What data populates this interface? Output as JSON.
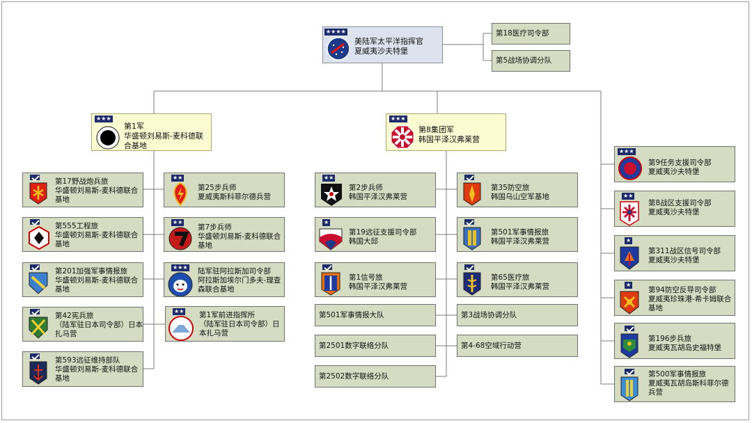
{
  "nodes": {
    "usarpac": {
      "name": "美陆军太平洋指挥官",
      "location": "夏威夷沙夫特堡"
    },
    "med18": {
      "name": "第18医疗司令部"
    },
    "bcd5": {
      "name": "第5战场协调分队"
    },
    "i_corps": {
      "name": "第1军",
      "location": "华盛顿刘易斯-麦科德联合基地"
    },
    "army8": {
      "name": "第8集团军",
      "location": "韩国平泽汉弗莱营"
    },
    "tsc9": {
      "name": "第9任务支援司令部",
      "location": "夏威夷沙夫特堡"
    },
    "tsc8": {
      "name": "第8战区支援司令部",
      "location": "夏威夷沙夫特堡"
    },
    "sig311": {
      "name": "第311战区信号司令部",
      "location": "夏威夷沙夫特堡"
    },
    "aamdc94": {
      "name": "第94防空反导司令部",
      "location": "夏威夷珍珠港-希卡姆联合基地"
    },
    "ib196": {
      "name": "第196步兵旅",
      "location": "夏威夷瓦胡岛史福特堡"
    },
    "mib500": {
      "name": "第500军事情报旅",
      "location": "夏威夷瓦胡岛斯科菲尔德兵营"
    },
    "fab17": {
      "name": "第17野战炮兵旅",
      "location": "华盛顿刘易斯-麦科德联合基地"
    },
    "eb555": {
      "name": "第555工程旅",
      "location": "华盛顿刘易斯-麦科德联合基地"
    },
    "mib201": {
      "name": "第201加强军事情报旅",
      "location": "华盛顿刘易斯-麦科德联合基地"
    },
    "mp42": {
      "name": "第42宪兵旅",
      "location": "（陆军驻日本司令部）日本扎马营"
    },
    "esb593": {
      "name": "第593远征维持部队",
      "location": "华盛顿刘易斯-麦科德联合基地"
    },
    "id25": {
      "name": "第25步兵师",
      "location": "夏威夷斯科菲尔德兵营"
    },
    "id7": {
      "name": "第7步兵师",
      "location": "华盛顿刘易斯-麦科德联合基地"
    },
    "usarak": {
      "name": "陆军驻阿拉斯加司令部",
      "location": "阿拉斯加埃尔门多夫-理查森联合基地"
    },
    "i_corps_fwd": {
      "name": "第1军前进指挥所",
      "location": "（陆军驻日本司令部）日本扎马营"
    },
    "id2": {
      "name": "第2步兵师",
      "location": "韩国平泽汉弗莱营"
    },
    "esc19": {
      "name": "第19远征支援司令部",
      "location": "韩国大邱"
    },
    "sig1": {
      "name": "第1信号旅",
      "location": "韩国平泽汉弗莱营"
    },
    "mid501": {
      "name": "第501军事情报大队"
    },
    "dlt2501": {
      "name": "第2501数字联络分队"
    },
    "dlt2502": {
      "name": "第2502数字联络分队"
    },
    "ada35": {
      "name": "第35防空旅",
      "location": "韩国乌山空军基地"
    },
    "mib501": {
      "name": "第501军事情报旅",
      "location": "韩国平泽汉弗莱营"
    },
    "med65": {
      "name": "第65医疗旅",
      "location": "韩国平泽汉弗莱营"
    },
    "bcd3": {
      "name": "第3战场协调分队"
    },
    "ado468": {
      "name": "第4-68空域行动营"
    }
  },
  "ranks": {
    "four": "★★★★",
    "three": "★★★",
    "two": "★★",
    "one": "★"
  },
  "colors": {
    "panel": "#d6dcc1",
    "army_panel": "#fbfbd2",
    "top_panel": "#dde3ee",
    "rank_navy": "#1b2a6b",
    "line": "#7a7a7a"
  }
}
